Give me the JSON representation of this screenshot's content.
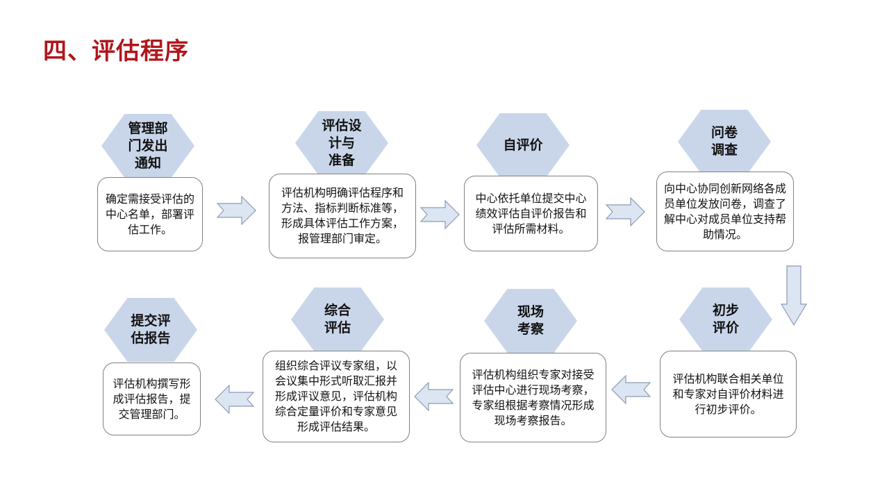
{
  "title": "四、评估程序",
  "colors": {
    "title": "#b0161c",
    "hex": "#c9d6ea",
    "arrow": "#dce5f2"
  },
  "steps": [
    {
      "name": "管理部\n门发出\n通知",
      "desc": "确定需接受评估的中心名单，部署评估工作。"
    },
    {
      "name": "评估设\n计与\n准备",
      "desc": "评估机构明确评估程序和方法、指标判断标准等，形成具体评估工作方案，报管理部门审定。"
    },
    {
      "name": "自评价",
      "desc": "中心依托单位提交中心绩效评估自评价报告和评估所需材料。"
    },
    {
      "name": "问卷\n调查",
      "desc": "向中心协同创新网络各成员单位发放问卷，调查了解中心对成员单位支持帮助情况。"
    },
    {
      "name": "初步\n评价",
      "desc": "评估机构联合相关单位和专家对自评价材料进行初步评价。"
    },
    {
      "name": "现场\n考察",
      "desc": "评估机构组织专家对接受评估中心进行现场考察，专家组根据考察情况形成现场考察报告。"
    },
    {
      "name": "综合\n评估",
      "desc": "组织综合评议专家组，以会议集中形式听取汇报并形成评议意见，评估机构综合定量评价和专家意见形成评估结果。"
    },
    {
      "name": "提交评\n估报告",
      "desc": "评估机构撰写形成评估报告，提交管理部门。"
    }
  ]
}
